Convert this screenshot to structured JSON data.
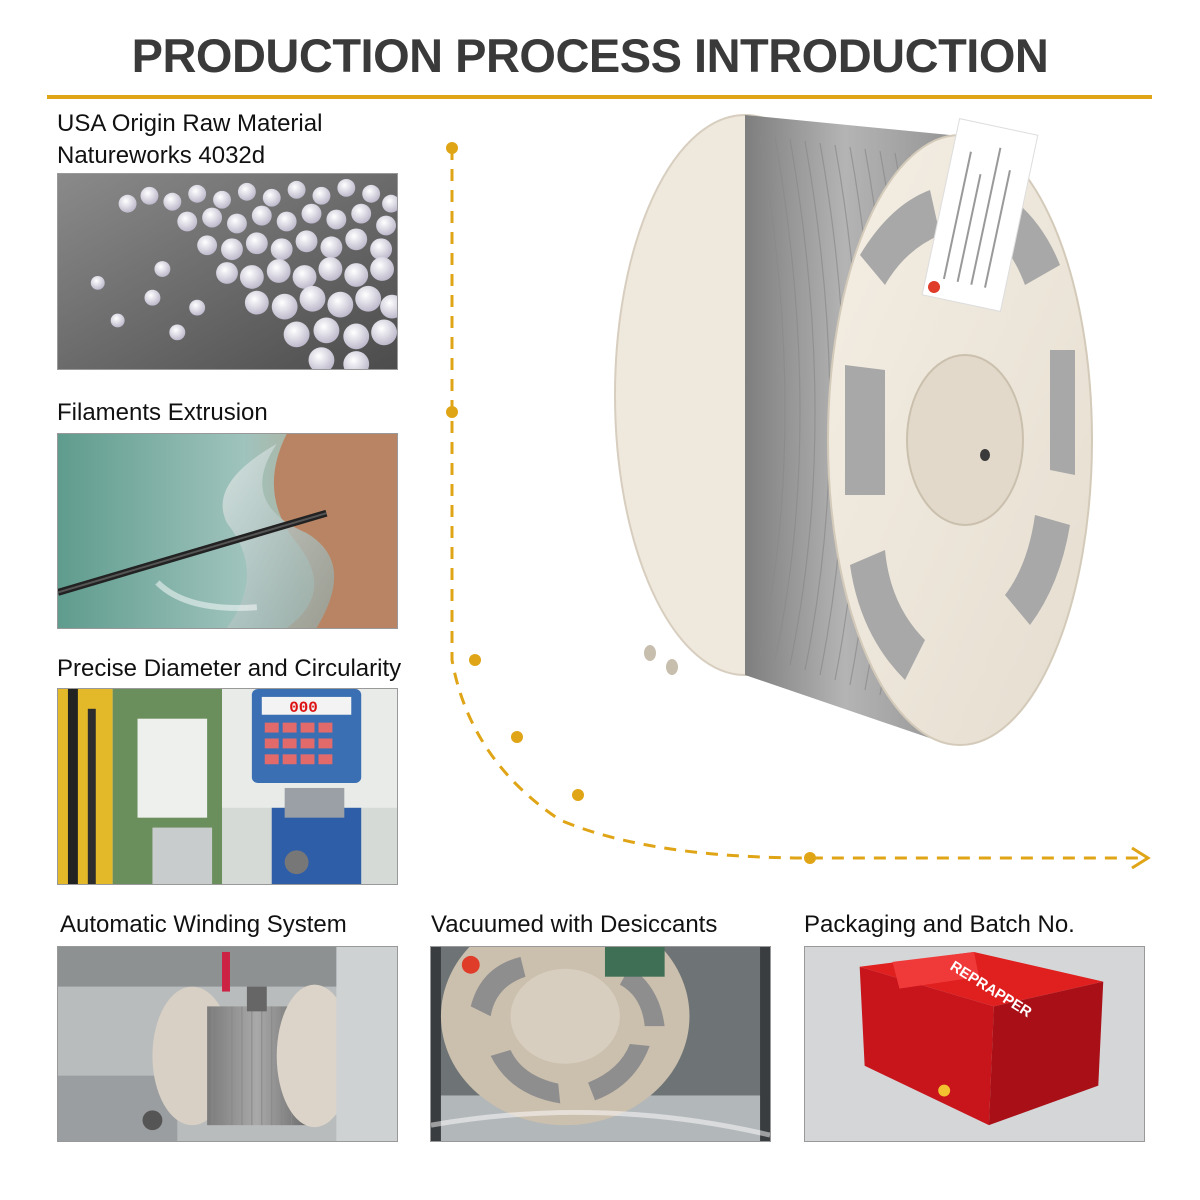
{
  "header": {
    "title": "PRODUCTION PROCESS INTRODUCTION",
    "accent_color": "#e0a516"
  },
  "steps": [
    {
      "label_line1": "USA Origin Raw Material",
      "label_line2": "Natureworks 4032d",
      "icon": "pellets-photo"
    },
    {
      "label_line1": "Filaments Extrusion",
      "icon": "extrusion-photo"
    },
    {
      "label_line1": "Precise Diameter and Circularity",
      "icon": "measurement-photo",
      "gauge_readout": "000"
    },
    {
      "label_line1": "Automatic Winding System",
      "icon": "winding-photo"
    },
    {
      "label_line1": "Vacuumed with Desiccants",
      "icon": "vacuum-bag-photo"
    },
    {
      "label_line1": "Packaging and Batch No.",
      "icon": "packaging-box-photo",
      "box_brand": "REPRAPPER"
    }
  ],
  "hero": {
    "icon": "filament-spool",
    "filament_color": "#9a9a9a"
  }
}
